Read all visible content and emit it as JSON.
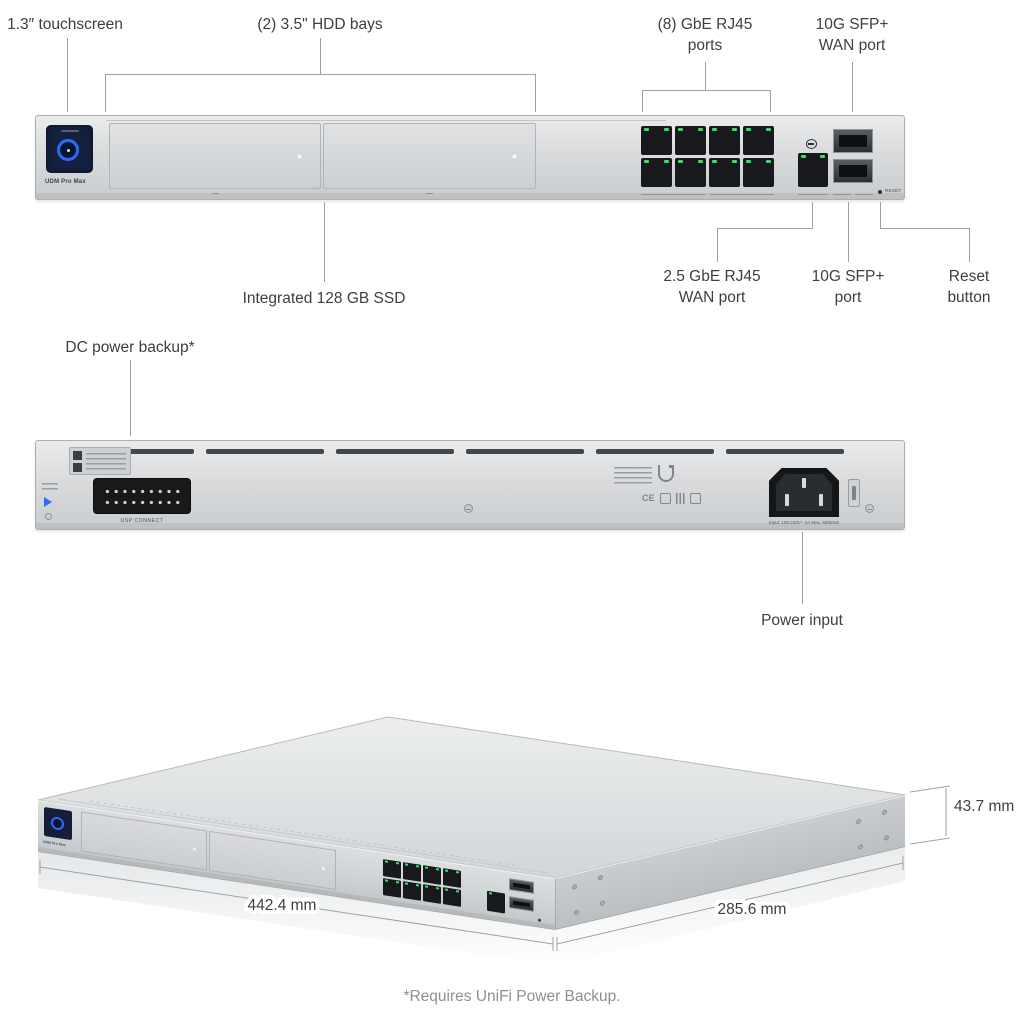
{
  "colors": {
    "accent_blue": "#2e6cf5",
    "led_green": "#2fe26a",
    "chassis_silver": "#d8dadc",
    "text": "#3b4045",
    "muted_text": "#8b9096",
    "callout_line": "#9aa3ab"
  },
  "front": {
    "labels": {
      "touchscreen": "1.3″ touchscreen",
      "hdd_bays": "(2) 3.5\" HDD bays",
      "gbe_ports": "(8) GbE RJ45 ports",
      "sfp_wan": "10G SFP+ WAN port",
      "ssd": "Integrated 128 GB SSD",
      "wan_port": "2.5 GbE RJ45 WAN port",
      "sfp_port": "10G SFP+ port",
      "reset": "Reset button"
    },
    "device": {
      "model": "UDM Pro Max",
      "reset_label": "RESET"
    }
  },
  "rear": {
    "labels": {
      "dc_backup": "DC power backup*",
      "power_input": "Power input"
    },
    "device": {
      "usp_connect": "USP CONNECT",
      "power_rating": "Input: 100-240V~ 2A Max, 50/60Hz"
    }
  },
  "iso": {
    "model": "UDM Pro Max",
    "dims": {
      "height": "43.7 mm",
      "width": "442.4 mm",
      "depth": "285.6 mm"
    }
  },
  "footnote": "*Requires UniFi Power Backup."
}
